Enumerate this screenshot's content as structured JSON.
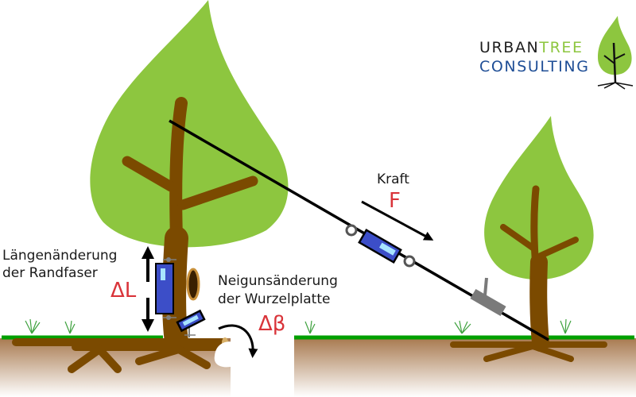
{
  "logo": {
    "word1": "URBAN",
    "word2": "TREE",
    "word3": "CONSULTING",
    "icon": "tree-leaf-icon",
    "colors": {
      "urban": "#1e1e1e",
      "tree": "#8dc63f",
      "consulting": "#1f4e96"
    }
  },
  "labels": {
    "force_title": "Kraft",
    "force_symbol": "F",
    "fiber_line1": "Längenänderung",
    "fiber_line2": "der Randfaser",
    "fiber_symbol": "ΔL",
    "tilt_line1": "Neigunsänderung",
    "tilt_line2": "der Wurzelplatte",
    "tilt_symbol": "Δβ"
  },
  "colors": {
    "foliage": "#8dc63f",
    "trunk": "#7b4a00",
    "grass": "#00a000",
    "soil_top": "#a87a50",
    "soil_bottom": "#ffffff",
    "sensor": "#3c4ec8",
    "sensor_window": "#a8e4ff",
    "accent_red": "#d9343a",
    "dynamometer_gray": "#7a7a7a"
  }
}
